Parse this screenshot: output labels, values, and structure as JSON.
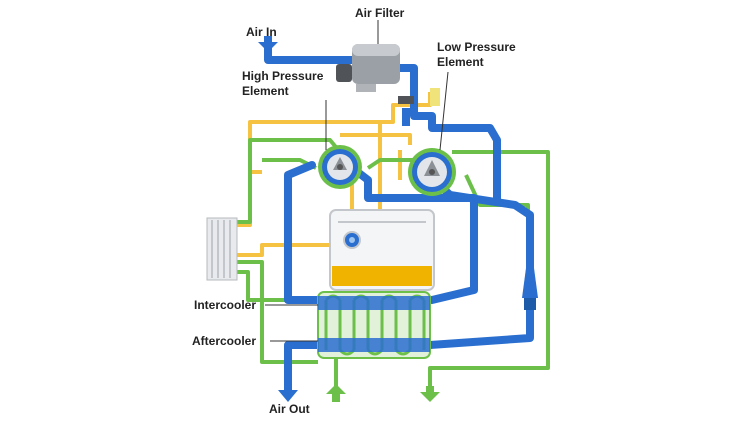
{
  "labels": {
    "air_in": "Air In",
    "air_filter": "Air Filter",
    "low_pressure_element": "Low Pressure Element",
    "high_pressure_element": "High Pressure Element",
    "intercooler": "Intercooler",
    "aftercooler": "Aftercooler",
    "air_out": "Air Out"
  },
  "colors": {
    "air_line": "#2a6fcf",
    "oil_line": "#f5c242",
    "water_line": "#6cc04a",
    "background": "#ffffff",
    "oil_level": "#f0b400"
  }
}
